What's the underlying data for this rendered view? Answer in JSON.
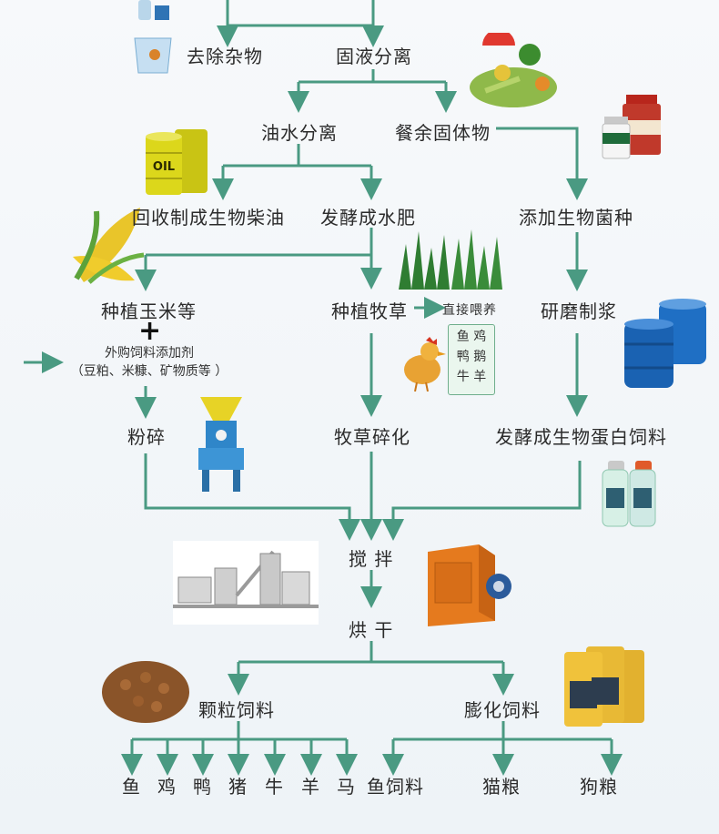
{
  "nodes": {
    "remove_impurities": "去除杂物",
    "solid_liquid_separation": "固液分离",
    "oil_water_separation": "油水分离",
    "food_solids": "餐余固体物",
    "biodiesel": "回收制成生物柴油",
    "ferment_water_fertilizer": "发酵成水肥",
    "add_bacteria": "添加生物菌种",
    "plant_corn": "种植玉米等",
    "plant_grass": "种植牧草",
    "direct_feed": "直接喂养",
    "grind_slurry": "研磨制浆",
    "plus": "+",
    "purchased_feed": "外购饲料添加剂",
    "purchased_feed_detail": "（豆粕、米糠、矿物质等 ）",
    "crush": "粉碎",
    "grass_crush": "牧草碎化",
    "protein_feed": "发酵成生物蛋白饲料",
    "mix": "搅 拌",
    "dry": "烘 干",
    "pellet_feed": "颗粒饲料",
    "puffed_feed": "膨化饲料"
  },
  "poultry_box": [
    "鱼 鸡",
    "鸭 鹅",
    "牛 羊"
  ],
  "pellet_outputs": [
    "鱼",
    "鸡",
    "鸭",
    "猪",
    "牛",
    "羊",
    "马"
  ],
  "puffed_outputs": [
    "鱼饲料",
    "猫粮",
    "狗粮"
  ],
  "oil_barrel_label": "OIL",
  "colors": {
    "line": "#4a9a82",
    "bg": "#f2f6fa"
  }
}
